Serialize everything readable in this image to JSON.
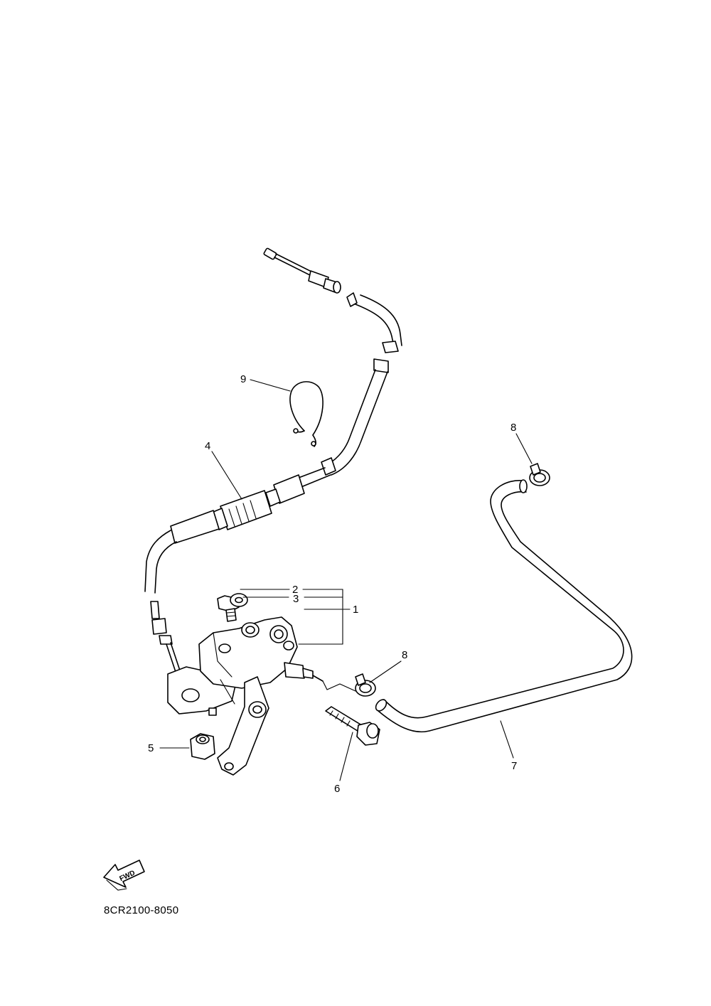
{
  "drawing_number": "8CR2100-8050",
  "fwd_label": "FWD",
  "callouts": {
    "c1": "1",
    "c2": "2",
    "c3": "3",
    "c4": "4",
    "c5": "5",
    "c6": "6",
    "c7": "7",
    "c8a": "8",
    "c8b": "8",
    "c9": "9"
  },
  "parts": [
    {
      "ref": "1",
      "name": "oil-pump-assembly"
    },
    {
      "ref": "2",
      "name": "bolt"
    },
    {
      "ref": "3",
      "name": "washer"
    },
    {
      "ref": "4",
      "name": "pump-cable"
    },
    {
      "ref": "5",
      "name": "nut"
    },
    {
      "ref": "6",
      "name": "bolt"
    },
    {
      "ref": "7",
      "name": "oil-hose"
    },
    {
      "ref": "8",
      "name": "hose-clip"
    },
    {
      "ref": "9",
      "name": "cable-clamp"
    }
  ]
}
